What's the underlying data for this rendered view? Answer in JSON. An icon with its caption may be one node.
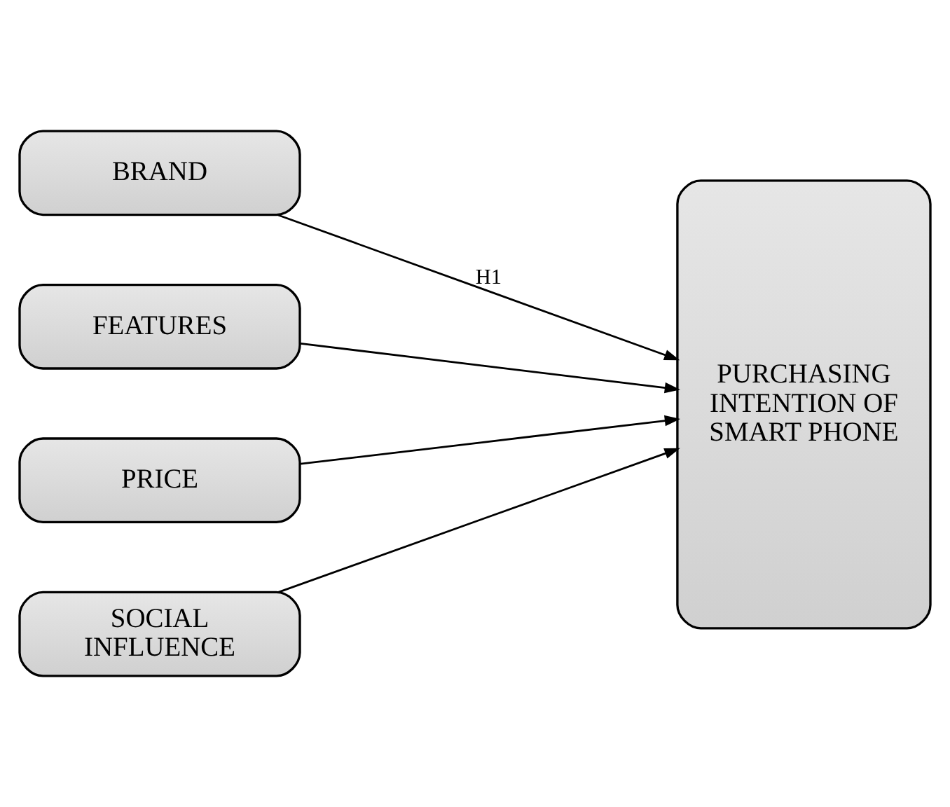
{
  "diagram": {
    "nodes": [
      {
        "text": [
          "BRAND"
        ]
      },
      {
        "text": [
          "FEATURES"
        ]
      },
      {
        "text": [
          "PRICE"
        ]
      },
      {
        "text": [
          "SOCIAL INFLUENCE"
        ]
      },
      {
        "text": [
          "PURCHASING INTENTION OF SMART PHONE"
        ]
      }
    ],
    "edges": [
      {
        "from": 0,
        "to": 4,
        "arrow": "to",
        "label": "H1"
      },
      {
        "from": 1,
        "to": 4,
        "arrow": "to"
      },
      {
        "from": 2,
        "to": 4,
        "arrow": "to"
      },
      {
        "from": 3,
        "to": 4,
        "arrow": "to"
      }
    ]
  }
}
